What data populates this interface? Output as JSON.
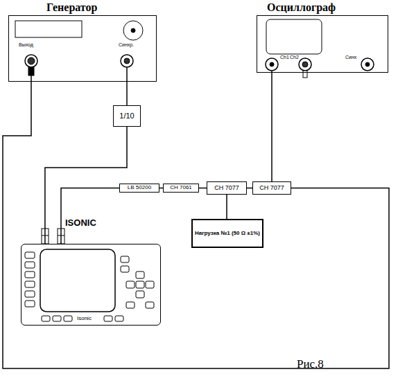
{
  "diagram": {
    "caption": "Рис.8",
    "nodes": [
      {
        "text": [
          "Генератор",
          "Выход",
          "Синхр."
        ]
      },
      {
        "text": [
          "Осциллограф",
          "Ch1",
          "Ch2",
          "Синх"
        ]
      },
      {
        "text": [
          "1/10"
        ]
      },
      {
        "text": [
          "ISONIC",
          "Isonic"
        ]
      },
      {
        "text": [
          "LB 50200"
        ]
      },
      {
        "text": [
          "CH 7061"
        ]
      },
      {
        "text": [
          "CH 7077"
        ]
      },
      {
        "text": [
          "CH 7077"
        ]
      },
      {
        "text": [
          "Нагрузка №1 (50 Ω ±1%)"
        ]
      }
    ],
    "edges": [
      {
        "from": 0,
        "to": 2,
        "arrow": "none"
      },
      {
        "from": 2,
        "to": 3,
        "arrow": "none"
      },
      {
        "from": 3,
        "to": 4,
        "arrow": "none"
      },
      {
        "from": 4,
        "to": 5,
        "arrow": "none"
      },
      {
        "from": 5,
        "to": 6,
        "arrow": "none"
      },
      {
        "from": 6,
        "to": 7,
        "arrow": "none"
      },
      {
        "from": 6,
        "to": 8,
        "arrow": "none"
      },
      {
        "from": 7,
        "to": 1,
        "arrow": "none"
      },
      {
        "from": 0,
        "to": 7,
        "arrow": "none"
      }
    ]
  }
}
